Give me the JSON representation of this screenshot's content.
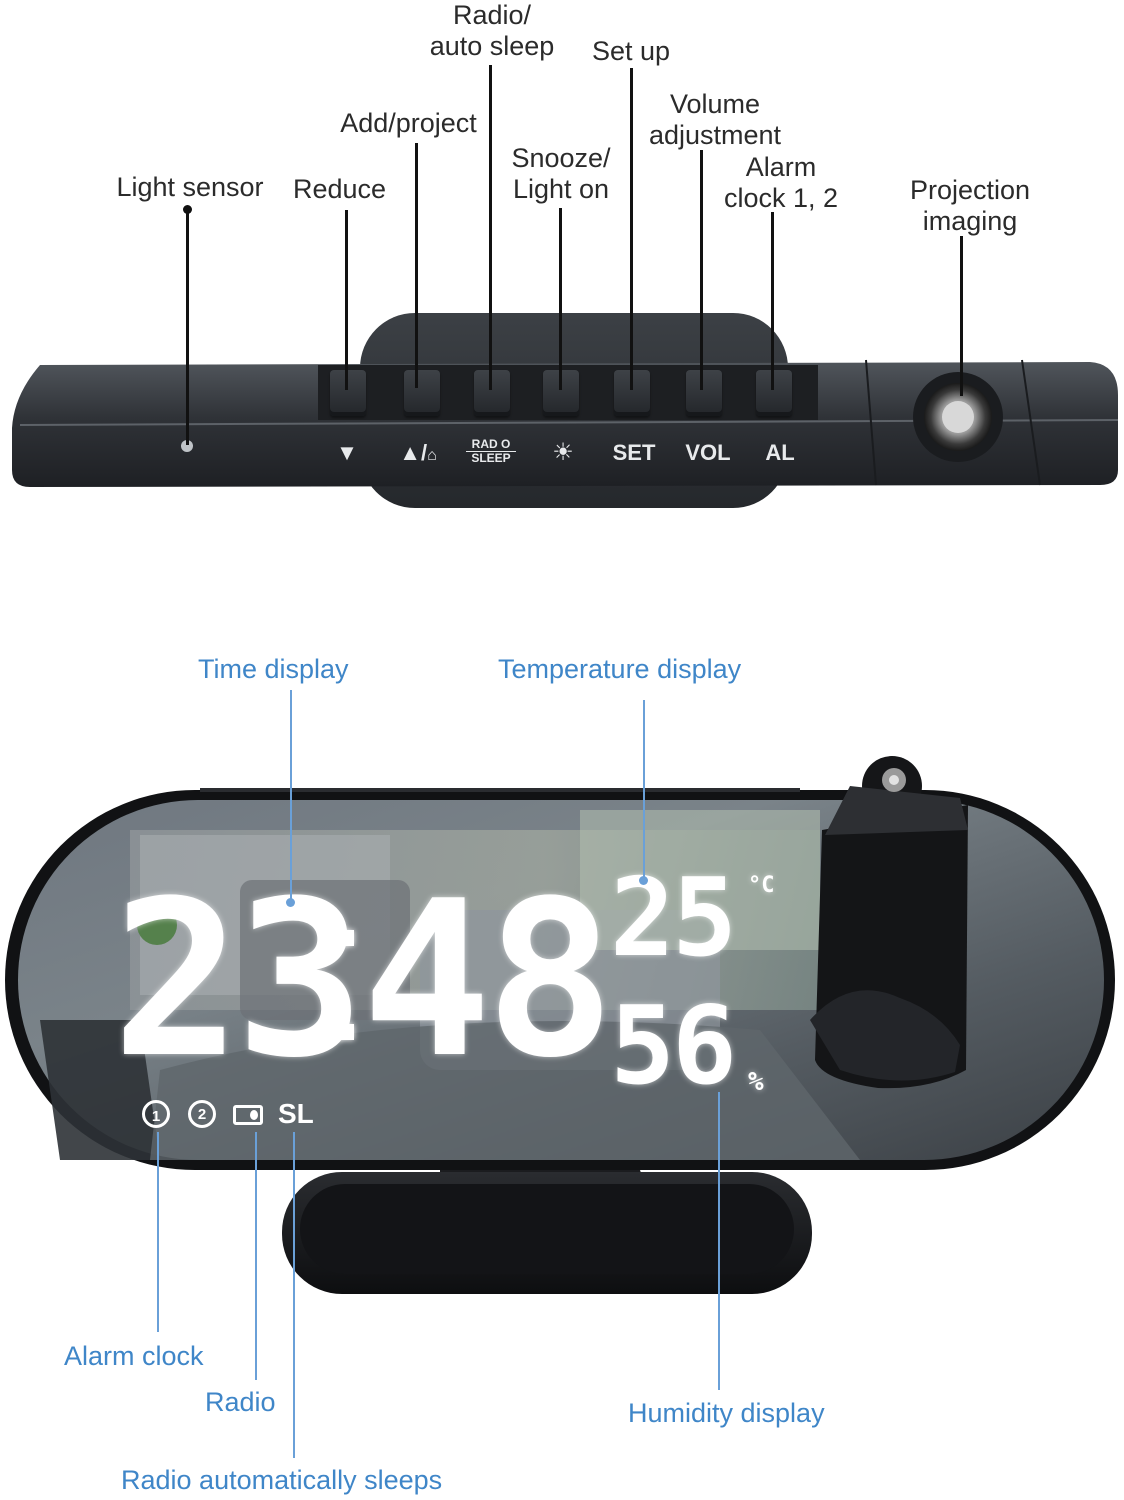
{
  "top_labels": {
    "radio_auto_sleep": [
      "Radio/",
      "auto sleep"
    ],
    "set_up": "Set up",
    "add_project": "Add/project",
    "volume_adjustment": [
      "Volume",
      "adjustment"
    ],
    "snooze_light_on": [
      "Snooze/",
      "Light on"
    ],
    "alarm_clock_1_2": [
      "Alarm",
      "clock 1, 2"
    ],
    "light_sensor": "Light sensor",
    "reduce": "Reduce",
    "projection_imaging": [
      "Projection",
      "imaging"
    ]
  },
  "button_glyphs": {
    "reduce": "▼",
    "add_project": "▲/",
    "radio_top": "RAD O",
    "radio_bottom": "SLEEP",
    "set": "SET",
    "vol": "VOL",
    "al": "AL"
  },
  "display_labels": {
    "time_display": "Time display",
    "temperature_display": "Temperature display",
    "alarm_clock": "Alarm clock",
    "radio": "Radio",
    "humidity_display": "Humidity display",
    "radio_automatically_sleeps": "Radio automatically sleeps"
  },
  "clock_display": {
    "hours": "23",
    "minutes": "48",
    "temperature": "25",
    "temperature_unit": "°C",
    "humidity": "56",
    "humidity_unit": "%",
    "alarm1": "1",
    "alarm2": "2",
    "sleep": "SL"
  },
  "colors": {
    "label_blue": "#3f86c8",
    "device_body": "#2a2d31"
  }
}
